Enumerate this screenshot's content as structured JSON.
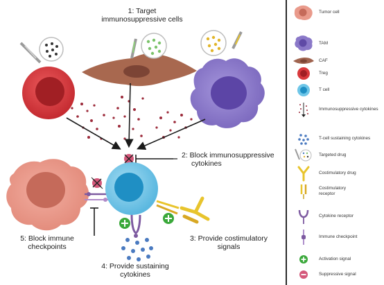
{
  "labels": {
    "target_cells": [
      "1: Target",
      "immunosuppressive cells"
    ],
    "block_cytokines": [
      "2: Block immunosuppressive",
      "cytokines"
    ],
    "costimulatory": [
      "3: Provide costimulatory",
      "signals"
    ],
    "sustaining": [
      "4: Provide sustaining",
      "cytokines"
    ],
    "checkpoints": [
      "5: Block immune",
      "checkpoints"
    ]
  },
  "legend": [
    {
      "label": "Tumor cell",
      "icon": "tumor-cell-icon"
    },
    {
      "label": "TAM",
      "icon": "tam-icon"
    },
    {
      "label": "CAF",
      "icon": "caf-icon"
    },
    {
      "label": "Treg",
      "icon": "treg-icon"
    },
    {
      "label": "T cell",
      "icon": "t-cell-icon"
    },
    {
      "label": "Immunosuppressive cytokines",
      "icon": "immunosuppressive-cytokines-icon"
    },
    {
      "label": "T-cell sustaining cytokines",
      "icon": "sustaining-cytokines-icon"
    },
    {
      "label": "Targeted drug",
      "icon": "targeted-drug-icon"
    },
    {
      "label": "Costimulatory drug",
      "icon": "costimulatory-drug-icon"
    },
    {
      "label": [
        "Costimulatory",
        "receptor"
      ],
      "icon": "costimulatory-receptor-icon"
    },
    {
      "label": "Cytokine receptor",
      "icon": "cytokine-receptor-icon"
    },
    {
      "label": "Immune checkpoint",
      "icon": "immune-checkpoint-icon"
    },
    {
      "label": "Activation signal",
      "icon": "activation-signal-icon"
    },
    {
      "label": "Suppressive signal",
      "icon": "suppressive-signal-icon"
    }
  ],
  "colors": {
    "tumor": "#e99a8b",
    "tumor_nucleus": "#c56a5a",
    "tam": "#8a78c8",
    "tam_nucleus": "#5f4aa6",
    "caf": "#a0644f",
    "treg": "#d9393c",
    "treg_nucleus": "#a11f24",
    "tcell": "#6ec6e8",
    "tcell_nucleus": "#1f8fc4",
    "suppressive_cytokine": "#9c2a3a",
    "sustaining_cytokine": "#4a7ac0",
    "costim_drug": "#e8c42c",
    "activation": "#3aa83a",
    "suppression": "#d4587a"
  }
}
